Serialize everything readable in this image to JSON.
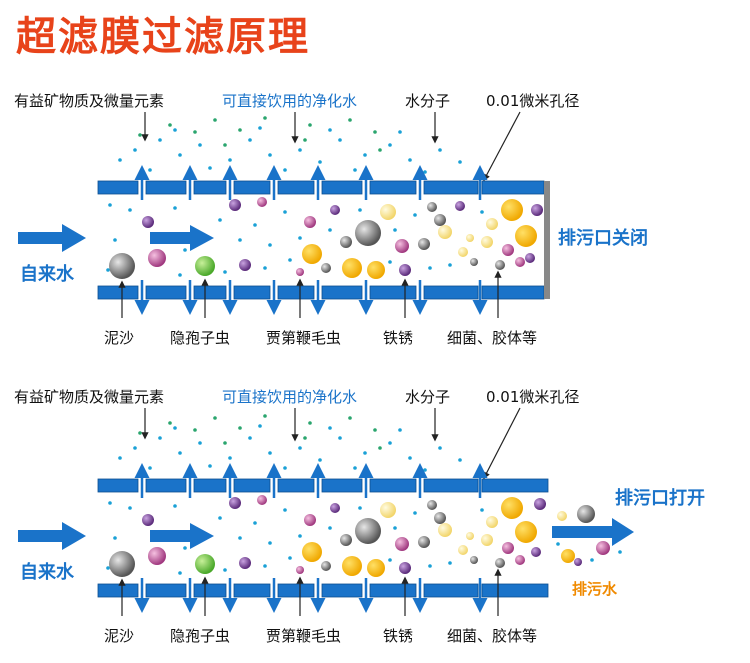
{
  "title": "超滤膜过滤原理",
  "colors": {
    "title": "#e8431a",
    "membrane": "#1a73c9",
    "arrow": "#1a73c9",
    "label_blue": "#1a73c9",
    "drain_water": "#f08a00",
    "particle_gold": "#f7c300",
    "particle_purple": "#7b3f98",
    "particle_pink": "#c3569b",
    "particle_gray": "#808080",
    "particle_green": "#6cc63f",
    "particle_cream": "#f7e08a",
    "water_molecule": "#1aa1d6",
    "mineral": "#2aa56e"
  },
  "panels": [
    {
      "id": "closed",
      "top_labels": {
        "minerals": "有益矿物质及微量元素",
        "pure_water": "可直接饮用的净化水",
        "water_molecule": "水分子",
        "pore": "0.01微米孔径"
      },
      "inlet": "自来水",
      "outlet": "排污口关闭",
      "bottom_labels": {
        "sediment": "泥沙",
        "cryptosporidium": "隐孢子虫",
        "giardia": "贾第鞭毛虫",
        "rust": "铁锈",
        "bacteria": "细菌、胶体等"
      }
    },
    {
      "id": "open",
      "top_labels": {
        "minerals": "有益矿物质及微量元素",
        "pure_water": "可直接饮用的净化水",
        "water_molecule": "水分子",
        "pore": "0.01微米孔径"
      },
      "inlet": "自来水",
      "outlet": "排污口打开",
      "drain": "排污水",
      "bottom_labels": {
        "sediment": "泥沙",
        "cryptosporidium": "隐孢子虫",
        "giardia": "贾第鞭毛虫",
        "rust": "铁锈",
        "bacteria": "细菌、胶体等"
      }
    }
  ]
}
